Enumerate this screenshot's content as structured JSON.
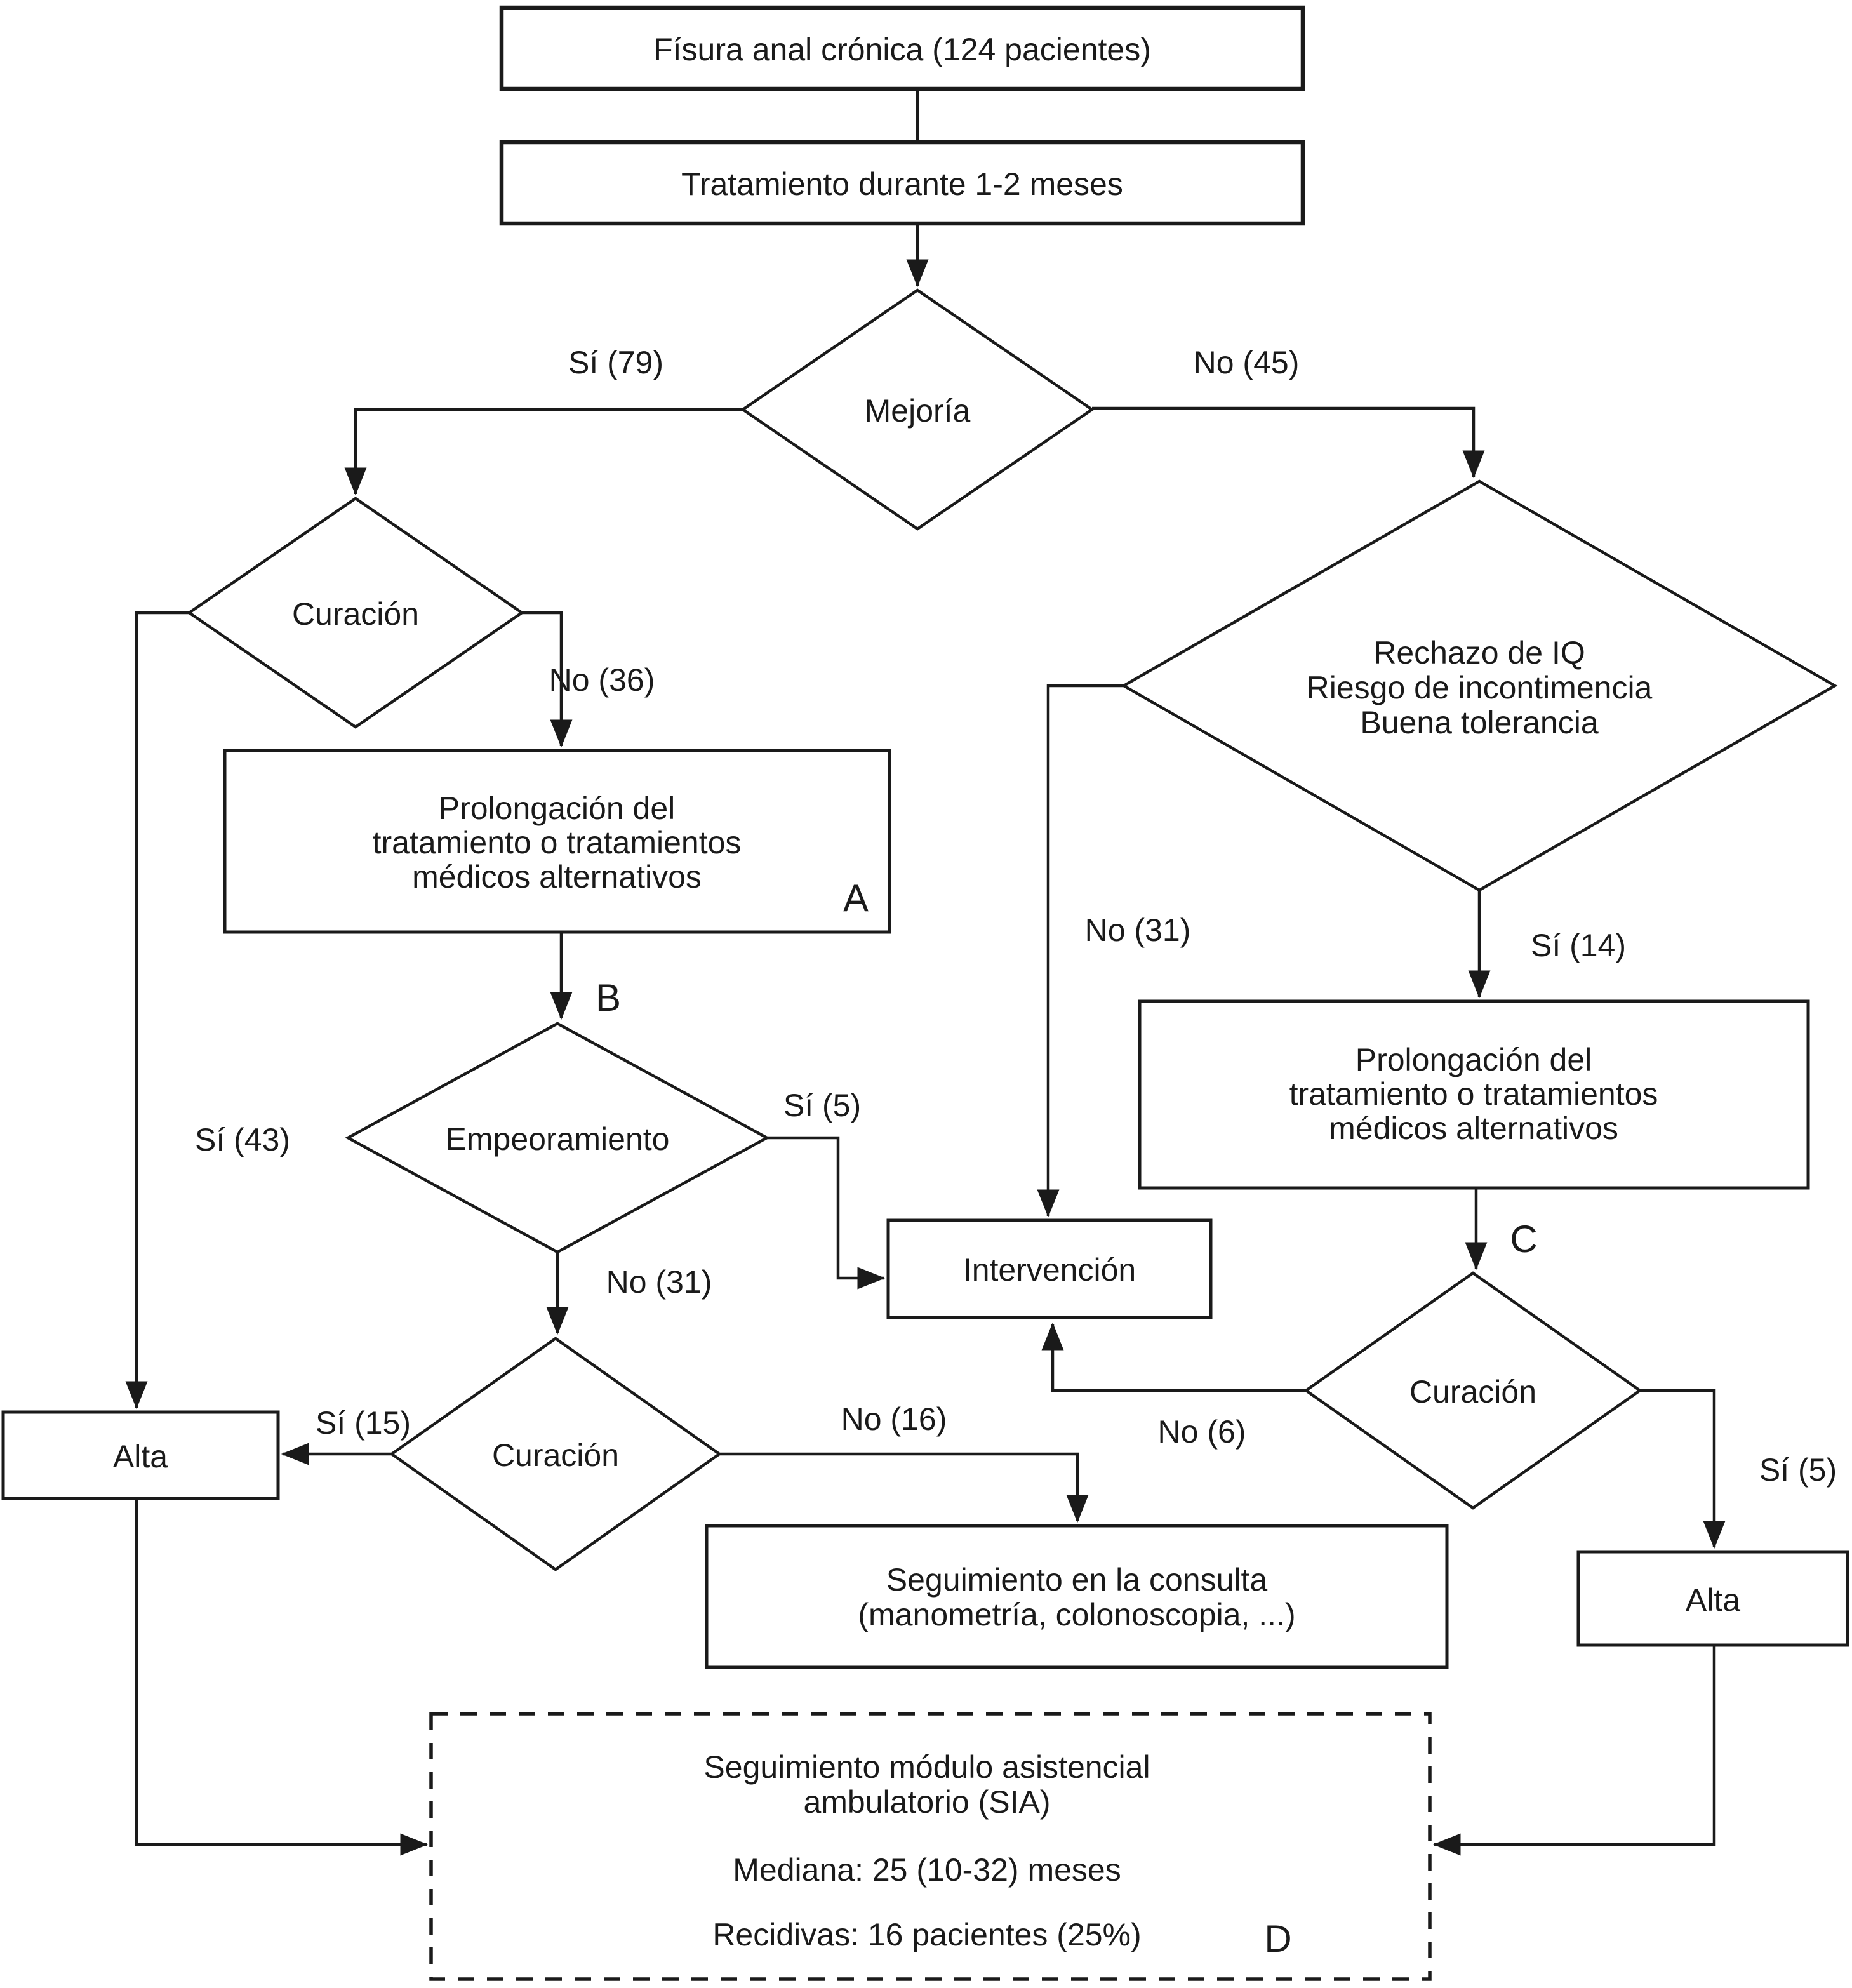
{
  "diagram": {
    "nodes": {
      "fisura": {
        "label": "Físura anal crónica (124 pacientes)"
      },
      "tratamiento": {
        "label": "Tratamiento durante 1-2 meses"
      },
      "mejoria": {
        "label": "Mejoría"
      },
      "curacion_izq": {
        "label": "Curación"
      },
      "prolongacion_a": {
        "lines": [
          "Prolongación del",
          "tratamiento o tratamientos",
          "médicos alternativos"
        ]
      },
      "empeoramiento": {
        "label": "Empeoramiento"
      },
      "curacion_centro": {
        "label": "Curación"
      },
      "alta_izq": {
        "label": "Alta"
      },
      "intervencion": {
        "label": "Intervención"
      },
      "seguimiento_consulta": {
        "lines": [
          "Seguimiento en la consulta",
          "(manometría, colonoscopia, ...)"
        ]
      },
      "rechazo": {
        "lines": [
          "Rechazo de IQ",
          "Riesgo de incontimencia",
          "Buena tolerancia"
        ]
      },
      "prolongacion_c": {
        "lines": [
          "Prolongación del",
          "tratamiento o tratamientos",
          "médicos alternativos"
        ]
      },
      "curacion_der": {
        "label": "Curación"
      },
      "alta_der": {
        "label": "Alta"
      },
      "sia": {
        "lines": [
          "Seguimiento módulo asistencial",
          "ambulatorio (SIA)"
        ],
        "mediana": "Mediana: 25 (10-32) meses",
        "recidivas": "Recidivas: 16 pacientes (25%)"
      }
    },
    "edge_labels": {
      "mejoria_si": "Sí (79)",
      "mejoria_no": "No (45)",
      "curacion_izq_no": "No (36)",
      "curacion_izq_si": "Sí (43)",
      "empeoramiento_si": "Sí (5)",
      "empeoramiento_no": "No (31)",
      "curacion_centro_si": "Sí (15)",
      "curacion_centro_no": "No (16)",
      "rechazo_no": "No (31)",
      "rechazo_si": "Sí (14)",
      "curacion_der_no": "No (6)",
      "curacion_der_si": "Sí (5)"
    },
    "markers": {
      "a": "A",
      "b": "B",
      "c": "C",
      "d": "D"
    },
    "colors": {
      "stroke": "#1a1a1a",
      "background": "#ffffff"
    }
  }
}
